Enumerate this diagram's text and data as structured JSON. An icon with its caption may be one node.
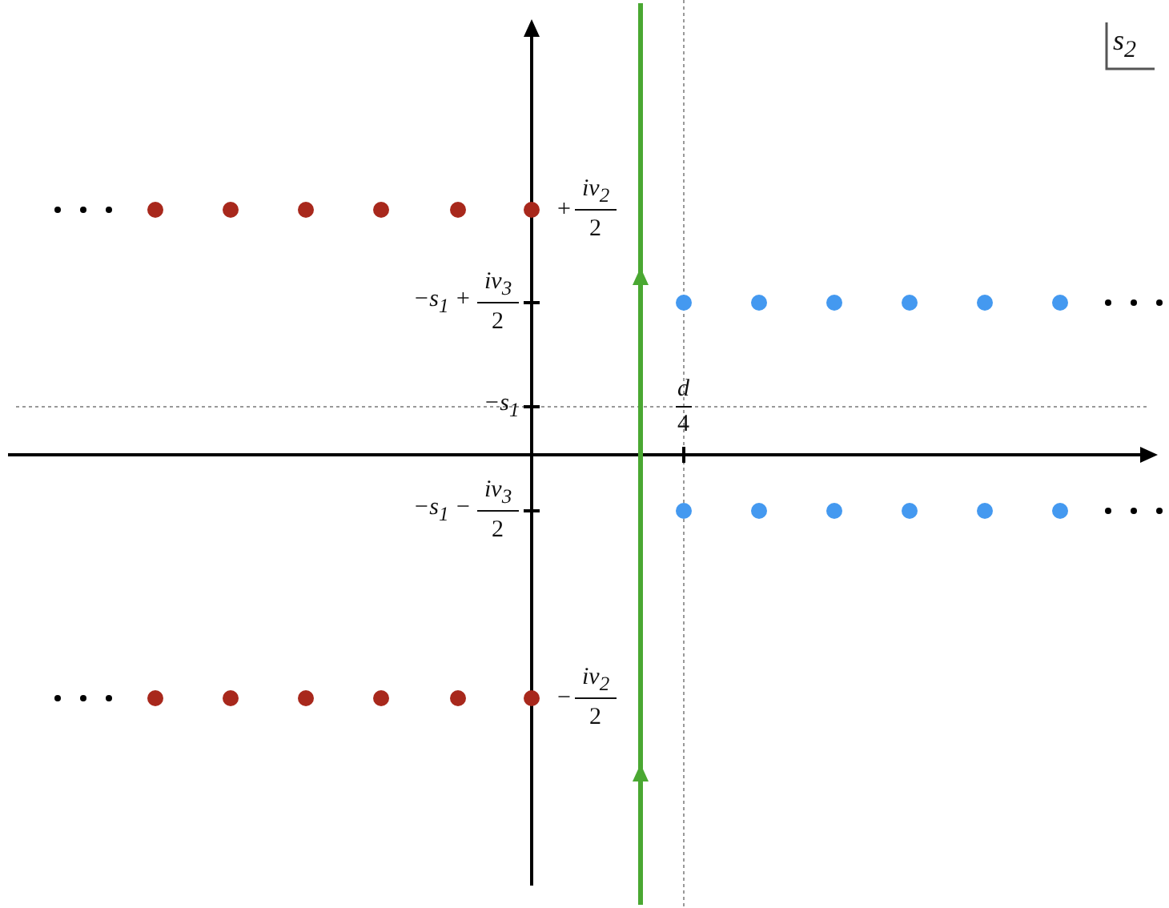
{
  "diagram": {
    "labels": [
      "s$_{2}$",
      "+",
      "iν$_{2}$",
      "2",
      "−s$_{1}$ +",
      "iν$_{3}$",
      "2",
      "−s$_{1}$",
      "d",
      "4",
      "−s$_{1}$ −",
      "iν$_{3}$",
      "2",
      "−",
      "iν$_{2}$",
      "2"
    ]
  }
}
